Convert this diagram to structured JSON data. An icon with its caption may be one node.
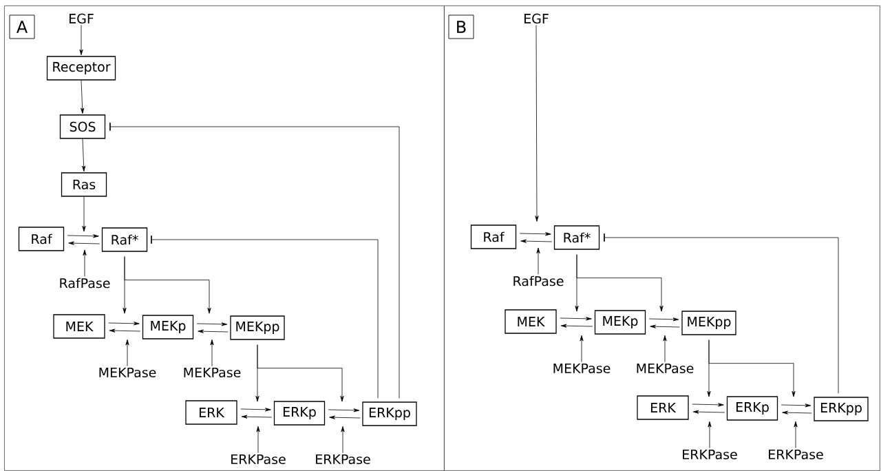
{
  "diagram": {
    "nodes": [
      {
        "text": [],
        "shape": "box"
      },
      {
        "text": [
          "A"
        ],
        "in": 0
      },
      {
        "text": [
          "EGF"
        ],
        "in": 0
      },
      {
        "text": [
          "Receptor"
        ],
        "in": 0
      },
      {
        "text": [
          "SOS"
        ],
        "in": 0
      },
      {
        "text": [
          "Ras"
        ],
        "in": 0
      },
      {
        "text": [
          "Raf"
        ],
        "in": 0
      },
      {
        "text": [
          "Raf*"
        ],
        "in": 0
      },
      {
        "text": [
          "RafPase"
        ],
        "in": 0
      },
      {
        "text": [
          "MEK"
        ],
        "in": 0
      },
      {
        "text": [
          "MEKp"
        ],
        "in": 0
      },
      {
        "text": [
          "MEKpp"
        ],
        "in": 0
      },
      {
        "text": [
          "MEKPase"
        ],
        "in": 0
      },
      {
        "text": [
          "MEKPase"
        ],
        "in": 0
      },
      {
        "text": [
          "ERK"
        ],
        "in": 0
      },
      {
        "text": [
          "ERKp"
        ],
        "in": 0
      },
      {
        "text": [
          "ERKpp"
        ],
        "in": 0
      },
      {
        "text": [
          "ERKPase"
        ],
        "in": 0
      },
      {
        "text": [
          "ERKPase"
        ],
        "in": 0
      },
      {
        "text": [],
        "shape": "box"
      },
      {
        "text": [
          "B"
        ],
        "in": 19
      },
      {
        "text": [
          "EGF"
        ],
        "in": 19
      },
      {
        "text": [
          "Raf"
        ],
        "in": 19
      },
      {
        "text": [
          "Raf*"
        ],
        "in": 19
      },
      {
        "text": [
          "RafPase"
        ],
        "in": 19
      },
      {
        "text": [
          "MEK"
        ],
        "in": 19
      },
      {
        "text": [
          "MEKp"
        ],
        "in": 19
      },
      {
        "text": [
          "MEKpp"
        ],
        "in": 19
      },
      {
        "text": [
          "MEKPase"
        ],
        "in": 19
      },
      {
        "text": [
          "MEKPase"
        ],
        "in": 19
      },
      {
        "text": [
          "ERK"
        ],
        "in": 19
      },
      {
        "text": [
          "ERKp"
        ],
        "in": 19
      },
      {
        "text": [
          "ERKpp"
        ],
        "in": 19
      },
      {
        "text": [
          "ERKPase"
        ],
        "in": 19
      },
      {
        "text": [
          "ERKPase"
        ],
        "in": 19
      }
    ],
    "edges": [
      {
        "from": 2,
        "to": 3,
        "arrow": "to"
      },
      {
        "from": 3,
        "to": 4,
        "arrow": "to"
      },
      {
        "from": 4,
        "to": 5,
        "arrow": "to"
      },
      {
        "from": 5,
        "to": null,
        "arrow": "to"
      },
      {
        "from": 6,
        "to": 7,
        "arrow": "to"
      },
      {
        "from": 7,
        "to": 6,
        "arrow": "to"
      },
      {
        "from": 8,
        "to": null,
        "arrow": "to"
      },
      {
        "from": 7,
        "to": null,
        "arrow": "to"
      },
      {
        "from": 7,
        "to": null,
        "arrow": "to"
      },
      {
        "from": 9,
        "to": 10,
        "arrow": "to"
      },
      {
        "from": 10,
        "to": 9,
        "arrow": "to"
      },
      {
        "from": 12,
        "to": null,
        "arrow": "to"
      },
      {
        "from": 10,
        "to": 11,
        "arrow": "to"
      },
      {
        "from": 11,
        "to": 10,
        "arrow": "to"
      },
      {
        "from": 13,
        "to": null,
        "arrow": "to"
      },
      {
        "from": 11,
        "to": null,
        "arrow": "to"
      },
      {
        "from": 11,
        "to": null,
        "arrow": "to"
      },
      {
        "from": 14,
        "to": 15,
        "arrow": "to"
      },
      {
        "from": 15,
        "to": 14,
        "arrow": "to"
      },
      {
        "from": 17,
        "to": null,
        "arrow": "to"
      },
      {
        "from": 15,
        "to": 16,
        "arrow": "to"
      },
      {
        "from": 16,
        "to": 15,
        "arrow": "to"
      },
      {
        "from": 18,
        "to": null,
        "arrow": "to"
      },
      {
        "from": 16,
        "to": 7,
        "arrow": "other"
      },
      {
        "from": 16,
        "to": 4,
        "arrow": "other"
      },
      {
        "from": 21,
        "to": null,
        "arrow": "to"
      },
      {
        "from": 22,
        "to": 23,
        "arrow": "to"
      },
      {
        "from": 23,
        "to": 22,
        "arrow": "to"
      },
      {
        "from": 24,
        "to": null,
        "arrow": "to"
      },
      {
        "from": 23,
        "to": null,
        "arrow": "to"
      },
      {
        "from": 23,
        "to": null,
        "arrow": "to"
      },
      {
        "from": 25,
        "to": 26,
        "arrow": "to"
      },
      {
        "from": 26,
        "to": 25,
        "arrow": "to"
      },
      {
        "from": 28,
        "to": null,
        "arrow": "to"
      },
      {
        "from": 26,
        "to": 27,
        "arrow": "to"
      },
      {
        "from": 27,
        "to": 26,
        "arrow": "to"
      },
      {
        "from": 29,
        "to": null,
        "arrow": "to"
      },
      {
        "from": 27,
        "to": null,
        "arrow": "to"
      },
      {
        "from": 27,
        "to": null,
        "arrow": "to"
      },
      {
        "from": 30,
        "to": 31,
        "arrow": "to"
      },
      {
        "from": 31,
        "to": 30,
        "arrow": "to"
      },
      {
        "from": 33,
        "to": null,
        "arrow": "to"
      },
      {
        "from": 31,
        "to": 32,
        "arrow": "to"
      },
      {
        "from": 32,
        "to": 31,
        "arrow": "to"
      },
      {
        "from": 34,
        "to": null,
        "arrow": "to"
      },
      {
        "from": 32,
        "to": 23,
        "arrow": "other"
      }
    ]
  }
}
